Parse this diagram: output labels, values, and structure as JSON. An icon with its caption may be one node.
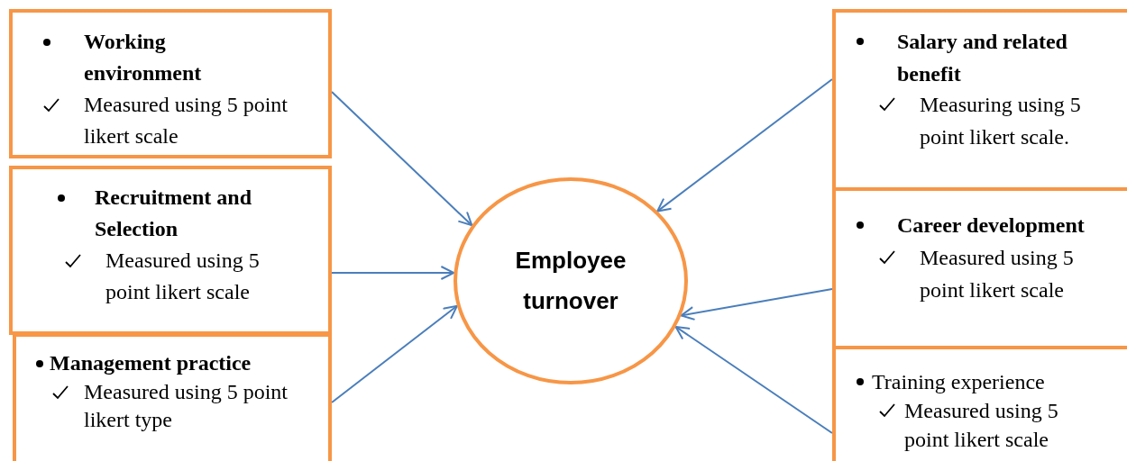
{
  "diagram": {
    "nodes": [
      {
        "text": [
          "Working environment",
          "Measured using 5 point likert scale"
        ]
      },
      {
        "text": [
          "Recruitment and Selection",
          "Measured using 5 point likert scale"
        ]
      },
      {
        "text": [
          "Management practice",
          "Measured using 5 point likert type"
        ]
      },
      {
        "text": [
          "Employee turnover"
        ]
      },
      {
        "text": [
          "Salary and related benefit",
          "Measuring using 5 point likert scale."
        ]
      },
      {
        "text": [
          "Career development",
          "Measured using 5 point likert scale"
        ]
      },
      {
        "text": [
          "Training experience",
          "Measured using 5 point likert scale"
        ]
      }
    ],
    "edges": [
      {
        "from": 0,
        "to": 3,
        "arrow": "to"
      },
      {
        "from": 1,
        "to": 3,
        "arrow": "to"
      },
      {
        "from": 2,
        "to": 3,
        "arrow": "to"
      },
      {
        "from": 4,
        "to": 3,
        "arrow": "to"
      },
      {
        "from": 5,
        "to": 3,
        "arrow": "to"
      },
      {
        "from": 6,
        "to": 3,
        "arrow": "to"
      }
    ]
  }
}
